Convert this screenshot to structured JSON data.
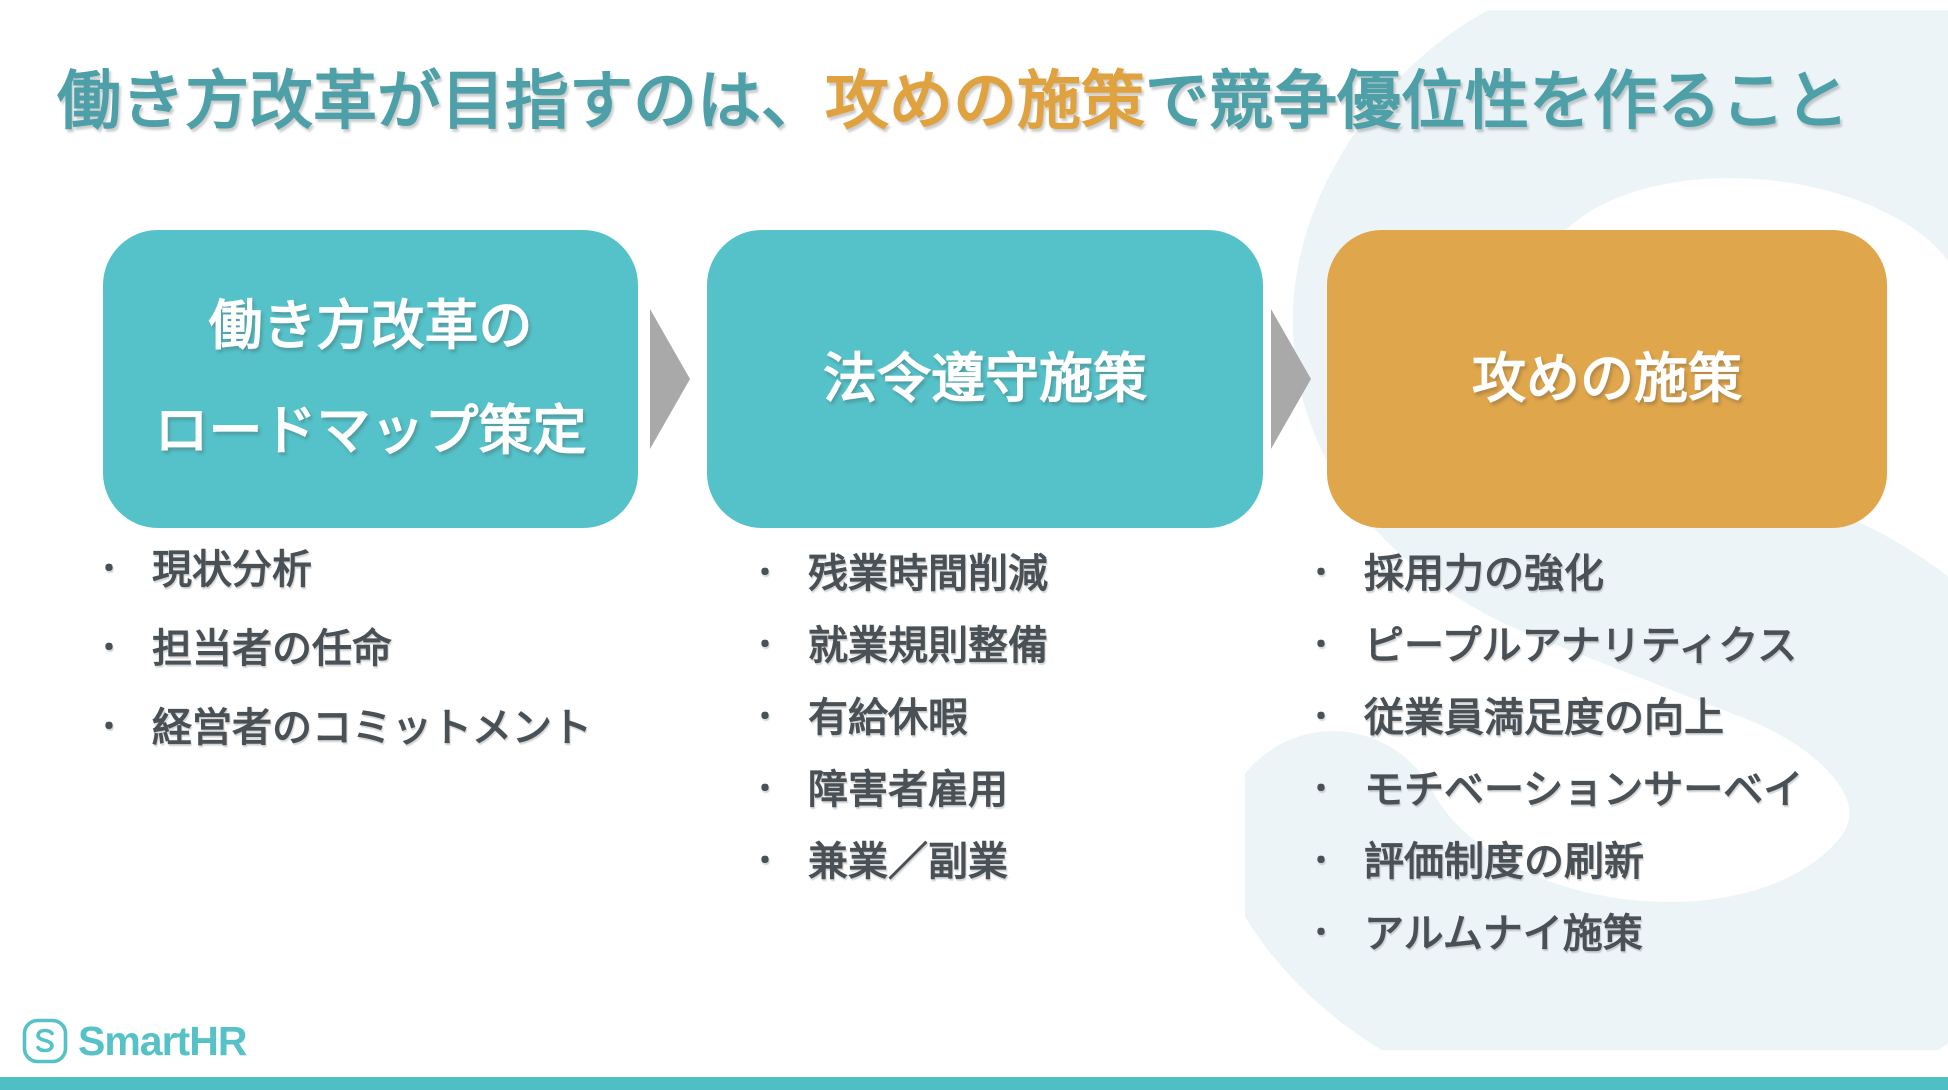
{
  "title": {
    "part1": "働き方改革が目指すのは、",
    "highlight": "攻めの施策",
    "part2": "で競争優位性を作ること"
  },
  "flow": {
    "bullet_char": "・",
    "steps": [
      {
        "label_lines": [
          "働き方改革の",
          "ロードマップ策定"
        ],
        "box_color": "#55C2C9",
        "items": [
          "現状分析",
          "担当者の任命",
          "経営者のコミットメント"
        ]
      },
      {
        "label_lines": [
          "法令遵守施策"
        ],
        "box_color": "#55C2C9",
        "items": [
          "残業時間削減",
          "就業規則整備",
          "有給休暇",
          "障害者雇用",
          "兼業／副業"
        ]
      },
      {
        "label_lines": [
          "攻めの施策"
        ],
        "box_color": "#E0A64B",
        "items": [
          "採用力の強化",
          "ピープルアナリティクス",
          "従業員満足度の向上",
          "モチベーションサーベイ",
          "評価制度の刷新",
          "アルムナイ施策"
        ]
      }
    ]
  },
  "footer": {
    "logo_text": "SmartHR"
  },
  "colors": {
    "teal_box": "#55C2C9",
    "orange_box": "#E0A64B",
    "title_teal": "#4D9FA8",
    "title_orange": "#DFA23F",
    "bullet_text": "#4A5156",
    "arrow_gray": "#A9A9A9",
    "watermark_blue": "#EDF4F8",
    "logo_teal": "#57C1C8",
    "bottom_bar": "#4FBEC5"
  }
}
